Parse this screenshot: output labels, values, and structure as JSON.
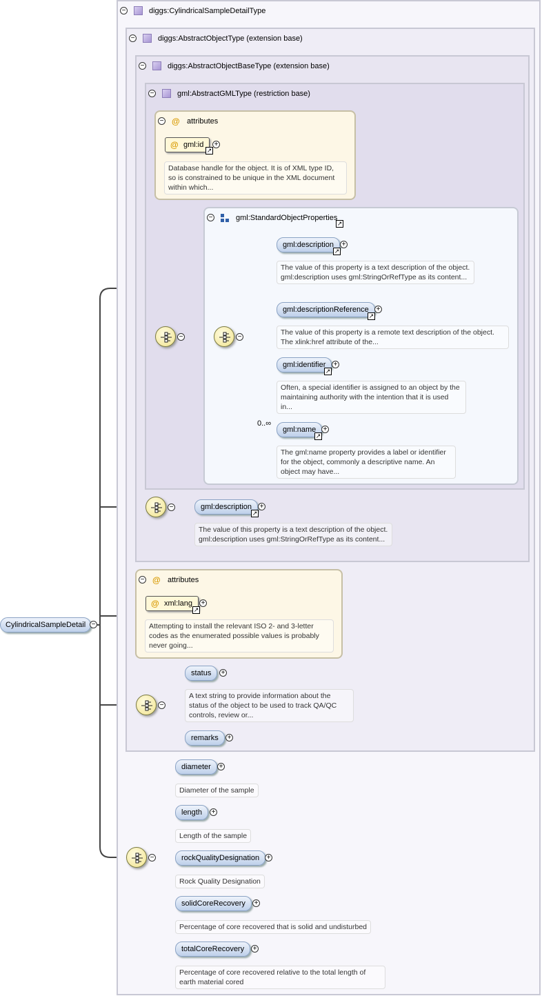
{
  "root": {
    "label": "CylindricalSampleDetail"
  },
  "type_box": {
    "label": "diggs:CylindricalSampleDetailType"
  },
  "abstract_object": {
    "label": "diggs:AbstractObjectType (extension base)"
  },
  "abstract_object_base": {
    "label": "diggs:AbstractObjectBaseType (extension base)"
  },
  "gml_type": {
    "label": "gml:AbstractGMLType (restriction base)"
  },
  "gml_attributes": {
    "title": "attributes",
    "attr_name": "gml:id",
    "doc": "Database handle for the object. It is of XML type ID, so is constrained to be unique in the XML document within which..."
  },
  "standard_props": {
    "label": "gml:StandardObjectProperties",
    "items": [
      {
        "name": "gml:description",
        "doc": "The value of this property is a text description of the object. gml:description uses gml:StringOrRefType as its content..."
      },
      {
        "name": "gml:descriptionReference",
        "doc": "The value of this property is a remote text description of the object. The xlink:href attribute of the..."
      },
      {
        "name": "gml:identifier",
        "doc": "Often, a special identifier is assigned to an object by the maintaining authority with the intention that it is used in..."
      },
      {
        "name": "gml:name",
        "doc": "The gml:name property provides a label or identifier for the object, commonly a descriptive name. An object may have...",
        "occurs": "0..∞"
      }
    ]
  },
  "base_description": {
    "name": "gml:description",
    "doc": "The value of this property is a text description of the object. gml:description uses gml:StringOrRefType as its content..."
  },
  "lang_attributes": {
    "title": "attributes",
    "attr_name": "xml:lang",
    "doc": "Attempting to install the relevant ISO 2- and 3-letter codes as the enumerated possible values is probably never going..."
  },
  "status_group": {
    "items": [
      {
        "name": "status",
        "doc": "A text string to provide information about the status of the object to be used to track QA/QC controls, review or..."
      },
      {
        "name": "remarks"
      }
    ]
  },
  "sample_group": {
    "items": [
      {
        "name": "diameter",
        "doc": "Diameter of the sample"
      },
      {
        "name": "length",
        "doc": "Length of the sample"
      },
      {
        "name": "rockQualityDesignation",
        "doc": "Rock Quality Designation"
      },
      {
        "name": "solidCoreRecovery",
        "doc": "Percentage of core recovered that is solid and undisturbed"
      },
      {
        "name": "totalCoreRecovery",
        "doc": "Percentage of core recovered relative to the total length of earth material cored"
      }
    ]
  },
  "symbols": {
    "collapse": "−",
    "expand": "+",
    "attribute": "@",
    "reference_arrow": "↗"
  },
  "colors": {
    "type_bg": "#f7f6fb",
    "abstract_bg": "#efedf6",
    "base_bg": "#e8e5f1",
    "gml_bg": "#e1dded",
    "attributes_bg": "#fdf7e6",
    "group_bg": "#f5f8fd",
    "element_fill": "#bed0ea",
    "sequence_fill": "#f1e38e"
  }
}
